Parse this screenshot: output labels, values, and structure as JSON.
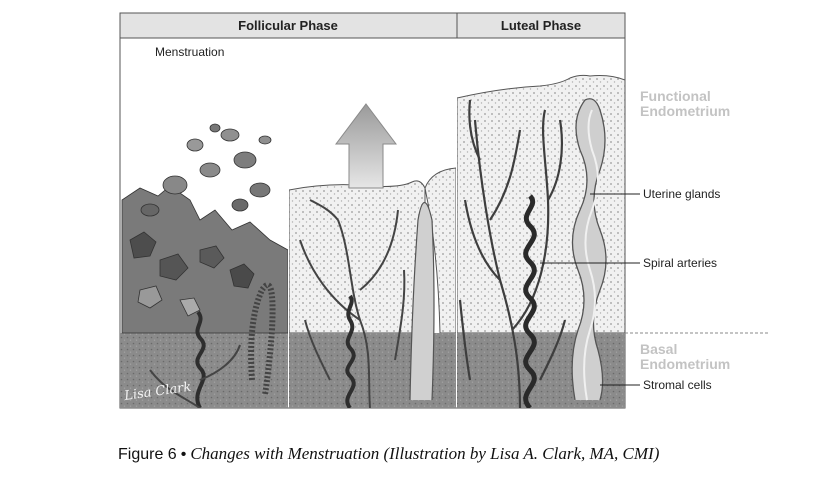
{
  "phases": {
    "follicular": "Follicular Phase",
    "luteal": "Luteal Phase"
  },
  "panel_labels": {
    "menstruation": "Menstruation"
  },
  "annotations": {
    "functional_line1": "Functional",
    "functional_line2": "Endometrium",
    "uterine_glands": "Uterine glands",
    "spiral_arteries": "Spiral arteries",
    "basal_line1": "Basal",
    "basal_line2": "Endometrium",
    "stromal_cells": "Stromal cells"
  },
  "caption": {
    "prefix": "Figure 6",
    "bullet": "•",
    "title": "Changes with Menstruation (Illustration by Lisa A. Clark, MA, CMI)"
  },
  "signature": "Lisa Clark",
  "colors": {
    "basal": "#8d8d8d",
    "functional": "#eeeeee",
    "artery": "#3a3a3a",
    "tissue": "#6e6e6e"
  }
}
